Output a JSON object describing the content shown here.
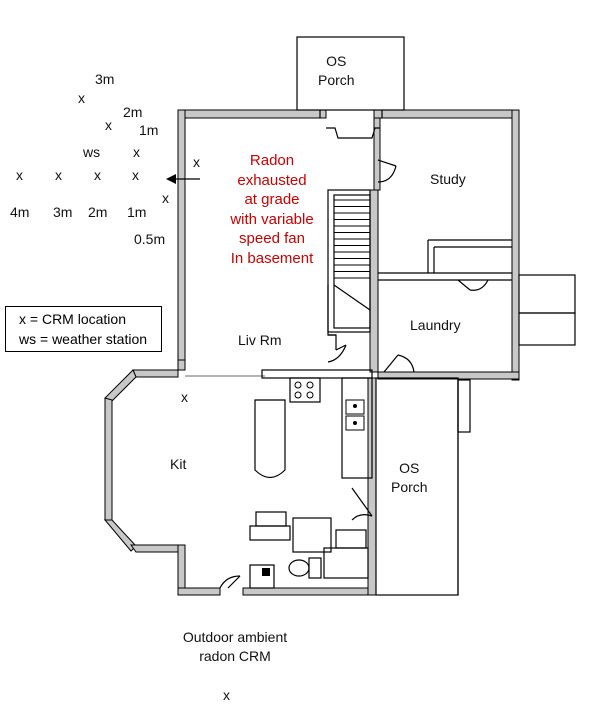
{
  "rooms": {
    "os_porch_top": [
      "OS",
      "Porch"
    ],
    "study": "Study",
    "laundry": "Laundry",
    "living_room": "Liv Rm",
    "kitchen": "Kit",
    "os_porch_right": [
      "OS",
      "Porch"
    ]
  },
  "note": [
    "Radon",
    "exhausted",
    "at grade",
    "with variable",
    "speed fan",
    "In basement"
  ],
  "note_color": "#cc0000",
  "outdoor": [
    "Outdoor ambient",
    "radon CRM"
  ],
  "marker": "x",
  "ws_label": "ws",
  "distances": {
    "d3m_upper": "3m",
    "d2m_upper": "2m",
    "d1m_upper": "1m",
    "d4m": "4m",
    "d3m": "3m",
    "d2m": "2m",
    "d1m": "1m",
    "d05m": "0.5m"
  },
  "legend": {
    "line1": "x  = CRM location",
    "line2": "ws = weather station"
  }
}
